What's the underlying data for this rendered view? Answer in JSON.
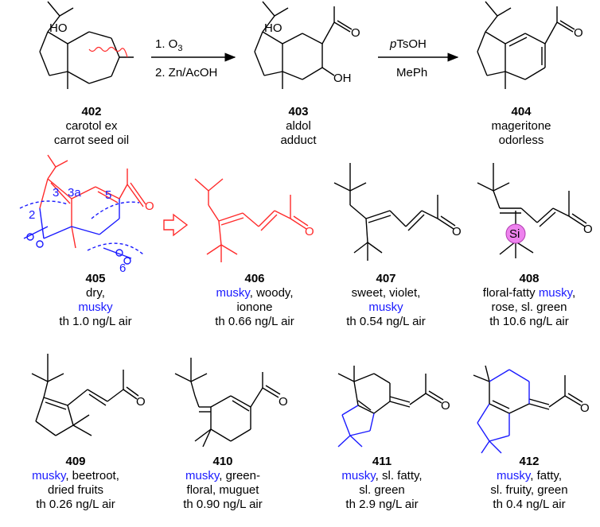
{
  "scheme": {
    "step1_line1": "1. O",
    "step1_line1_sub": "3",
    "step1_line2": "2. Zn/AcOH",
    "step2_reagent_prefix": "p",
    "step2_reagent_rest": "TsOH",
    "step2_solvent": "MePh"
  },
  "atoms": {
    "ho": "HO",
    "oh": "OH",
    "o": "O",
    "si": "Si"
  },
  "locants": {
    "c3": "3",
    "c3a": "3a",
    "c5": "5",
    "c2": "2",
    "c6": "6"
  },
  "compounds": {
    "c402": {
      "number": "402",
      "line1": "carotol ex",
      "line2": "carrot seed oil"
    },
    "c403": {
      "number": "403",
      "line1": "aldol",
      "line2": "adduct"
    },
    "c404": {
      "number": "404",
      "line1": "mageritone",
      "line2": "odorless"
    },
    "c405": {
      "number": "405",
      "line1": "dry,",
      "line2_blue": "musky",
      "threshold": "th 1.0 ng/L air"
    },
    "c406": {
      "number": "406",
      "line1_blue": "musky",
      "line1_rest": ", woody,",
      "line2": "ionone",
      "threshold": "th 0.66 ng/L air"
    },
    "c407": {
      "number": "407",
      "line1": "sweet, violet,",
      "line2_blue": "musky",
      "threshold": "th 0.54 ng/L air"
    },
    "c408": {
      "number": "408",
      "line1_pre": "floral-fatty ",
      "line1_blue": "musky",
      "line1_post": ",",
      "line2": "rose, sl. green",
      "threshold": "th 10.6 ng/L air"
    },
    "c409": {
      "number": "409",
      "line1_blue": "musky",
      "line1_rest": ", beetroot,",
      "line2": "dried fruits",
      "threshold": "th 0.26 ng/L air"
    },
    "c410": {
      "number": "410",
      "line1_blue": "musky",
      "line1_rest": ", green-",
      "line2": "floral, muguet",
      "threshold": "th 0.90 ng/L air"
    },
    "c411": {
      "number": "411",
      "line1_blue": "musky",
      "line1_rest": ", sl. fatty,",
      "line2": "sl. green",
      "threshold": "th 2.9 ng/L air"
    },
    "c412": {
      "number": "412",
      "line1_blue": "musky",
      "line1_rest": ", fatty,",
      "line2": "sl. fruity, green",
      "threshold": "th 0.4 ng/L air"
    }
  },
  "colors": {
    "highlight": "#ff2a2a",
    "blue": "#1a1aff",
    "si_fill": "#ee82ee",
    "bond": "#000000"
  }
}
